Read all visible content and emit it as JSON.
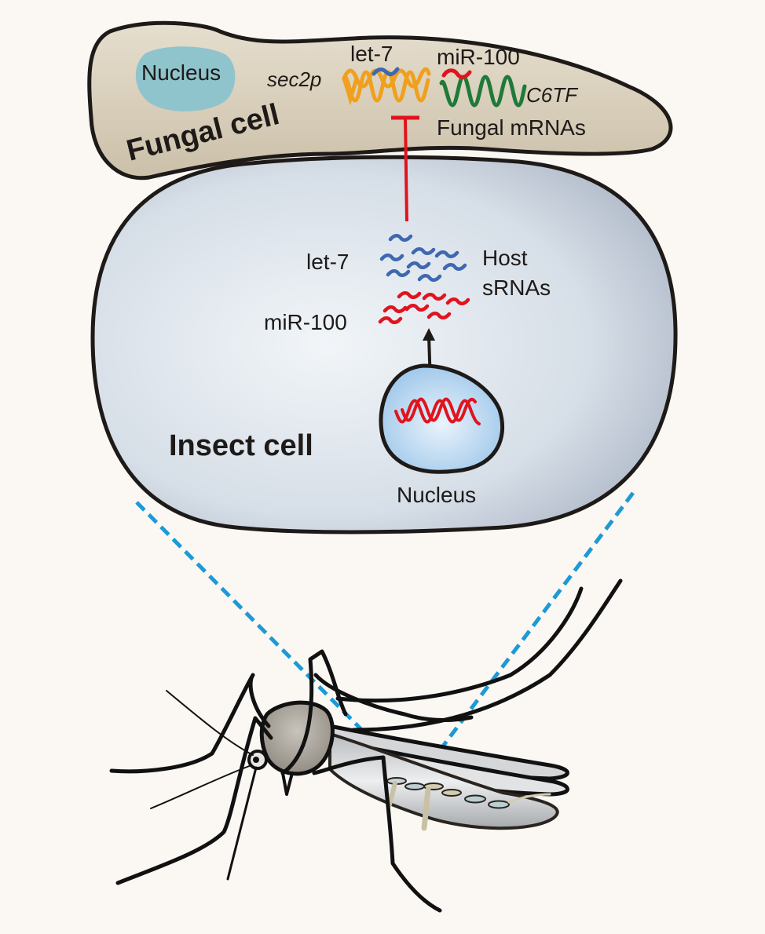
{
  "diagram": {
    "fungal_cell": {
      "title": "Fungal cell",
      "nucleus_label": "Nucleus",
      "gene_left_label": "sec2p",
      "gene_right_label": "C6TF",
      "srna_left_label": "let-7",
      "srna_right_label": "miR-100",
      "mrna_caption": "Fungal mRNAs"
    },
    "insect_cell": {
      "title": "Insect cell",
      "nucleus_label": "Nucleus",
      "srna_top_label": "let-7",
      "srna_bottom_label": "miR-100",
      "host_srnas_line1": "Host",
      "host_srnas_line2": "sRNAs"
    },
    "relations": {
      "inhibition": "Host sRNAs inhibit fungal mRNAs",
      "production": "Nucleus produces host sRNAs"
    },
    "organism": "mosquito",
    "colors": {
      "background": "#fbf8f4",
      "fungal_cell_fill": "#d8cfbd",
      "fungal_nucleus": "#8fc4cc",
      "insect_cell_fill": "#dfe7ee",
      "sec2p_mrna": "#f0a01c",
      "c6tf_mrna": "#1f7a3a",
      "let7": "#3f68b0",
      "mir100": "#e0141e",
      "inhibition": "#e0141e",
      "zoom_lines": "#1d9ad6"
    }
  }
}
